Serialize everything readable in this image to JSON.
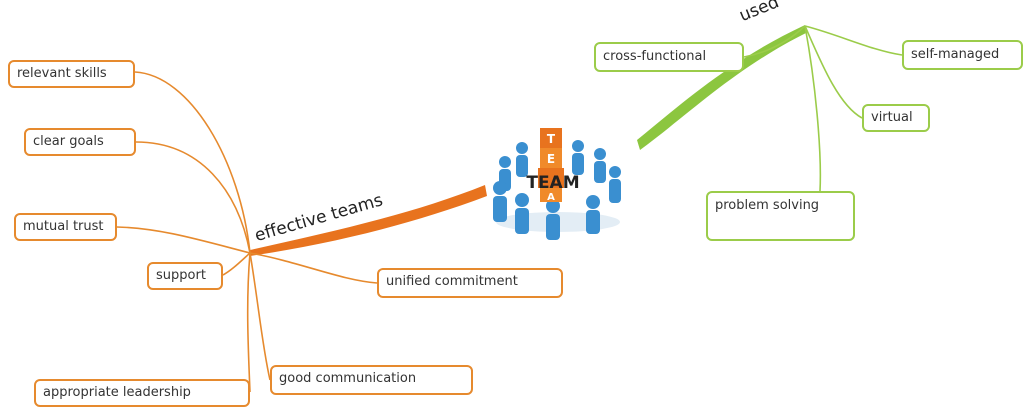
{
  "center": {
    "team_word": "TEAM",
    "cube_letters": [
      "T",
      "E",
      "A"
    ]
  },
  "branches": {
    "effective": {
      "label": "effective teams",
      "color": "#e8731e",
      "items": [
        "relevant skills",
        "clear goals",
        "mutual trust",
        "support",
        "unified commitment",
        "good communication",
        "appropriate leadership"
      ]
    },
    "used": {
      "label": "used",
      "color": "#8cc63f",
      "items": [
        "cross-functional",
        "self-managed",
        "virtual",
        "problem solving"
      ]
    }
  },
  "colors": {
    "node_orange": "#e68a2e",
    "node_green": "#9bcc4a",
    "figure_blue": "#3a8fd0"
  }
}
